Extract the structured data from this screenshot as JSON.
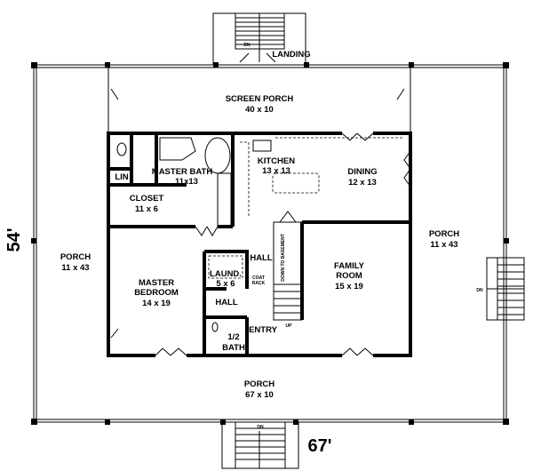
{
  "dimensions": {
    "depth": "54'",
    "width": "67'"
  },
  "rooms": {
    "landing": {
      "name": "LANDING",
      "dn": "DN"
    },
    "screen_porch": {
      "name": "SCREEN PORCH",
      "size": "40 x 10"
    },
    "master_bath": {
      "name": "MASTER BATH",
      "size": "11x13"
    },
    "lin": {
      "name": "LIN"
    },
    "closet": {
      "name": "CLOSET",
      "size": "11 x 6"
    },
    "kitchen": {
      "name": "KITCHEN",
      "size": "13 x 13"
    },
    "dining": {
      "name": "DINING",
      "size": "12 x 13"
    },
    "porch_left": {
      "name": "PORCH",
      "size": "11 x 43"
    },
    "porch_right": {
      "name": "PORCH",
      "size": "11 x 43",
      "dn": "DN"
    },
    "master_bedroom": {
      "name1": "MASTER",
      "name2": "BEDROOM",
      "size": "14 x 19"
    },
    "hall_upper": {
      "name": "HALL"
    },
    "laundry": {
      "name": "LAUND.",
      "size": "5 x 6"
    },
    "coat_rack": {
      "name1": "COAT",
      "name2": "RACK"
    },
    "hall_lower": {
      "name": "HALL"
    },
    "half_bath": {
      "name1": "1/2",
      "name2": "BATH"
    },
    "entry": {
      "name": "ENTRY"
    },
    "stairs": {
      "down": "DOWN TO BASEMENT",
      "up": "UP"
    },
    "family_room": {
      "name": "FAMILY",
      "name2": "ROOM",
      "size": "15 x 19"
    },
    "porch_front": {
      "name": "PORCH",
      "size": "67 x 10",
      "dn": "DN"
    }
  }
}
